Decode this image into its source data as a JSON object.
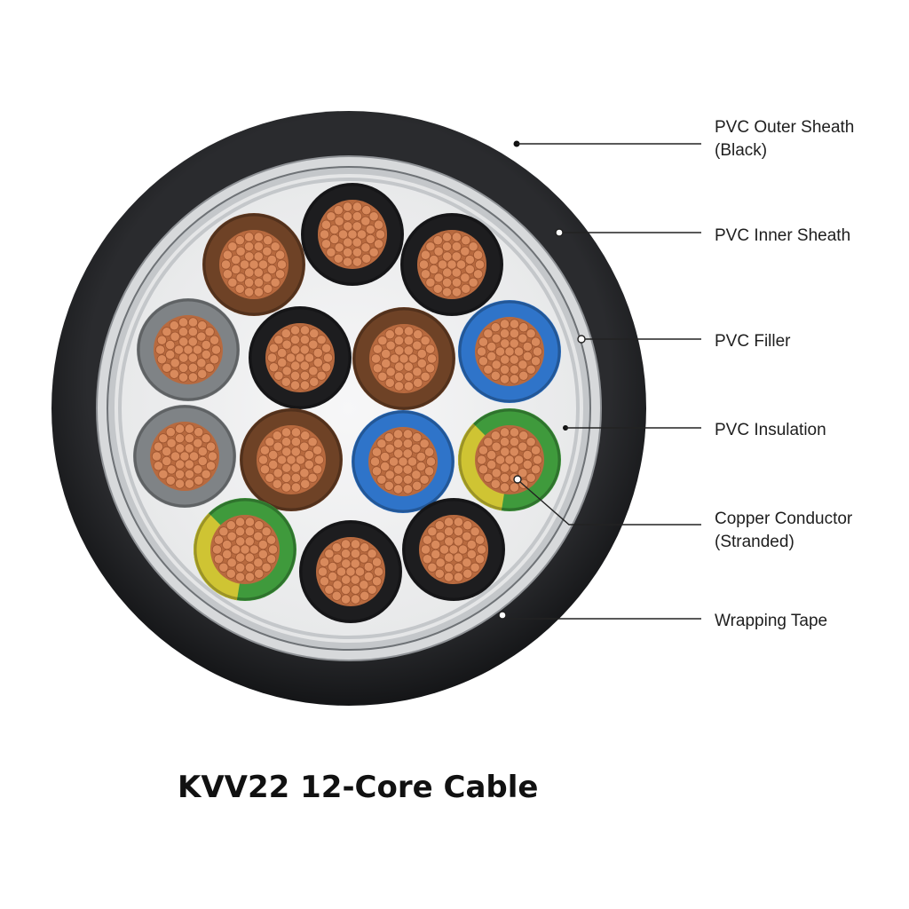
{
  "title": "KVV22 12-Core Cable",
  "labels": [
    {
      "id": "outer-sheath",
      "lines": [
        "PVC Outer Sheath",
        "(Black)"
      ]
    },
    {
      "id": "inner-sheath",
      "lines": [
        "PVC Inner Sheath"
      ]
    },
    {
      "id": "filler",
      "lines": [
        "PVC Filler"
      ]
    },
    {
      "id": "insulation",
      "lines": [
        "PVC Insulation"
      ]
    },
    {
      "id": "conductor",
      "lines": [
        "Copper Conductor",
        "(Stranded)"
      ]
    },
    {
      "id": "wrapping-tape",
      "lines": [
        "Wrapping Tape"
      ]
    }
  ],
  "colors": {
    "outer_sheath": "#1c1d1f",
    "inner_ring": "#b9bcbf",
    "filler": "#f1f2f3",
    "copper": "#d98a5c",
    "brown": "#6e4226",
    "black": "#1d1d1f",
    "grey": "#7f8386",
    "blue": "#2f74c9",
    "green": "#3f9a3c",
    "yellow": "#cfc433"
  },
  "cores": [
    {
      "color": "brown"
    },
    {
      "color": "black"
    },
    {
      "color": "black"
    },
    {
      "color": "grey"
    },
    {
      "color": "black"
    },
    {
      "color": "brown"
    },
    {
      "color": "blue"
    },
    {
      "color": "grey"
    },
    {
      "color": "brown"
    },
    {
      "color": "blue"
    },
    {
      "color": "green-yellow"
    },
    {
      "color": "green-yellow"
    },
    {
      "color": "black"
    },
    {
      "color": "black"
    }
  ]
}
